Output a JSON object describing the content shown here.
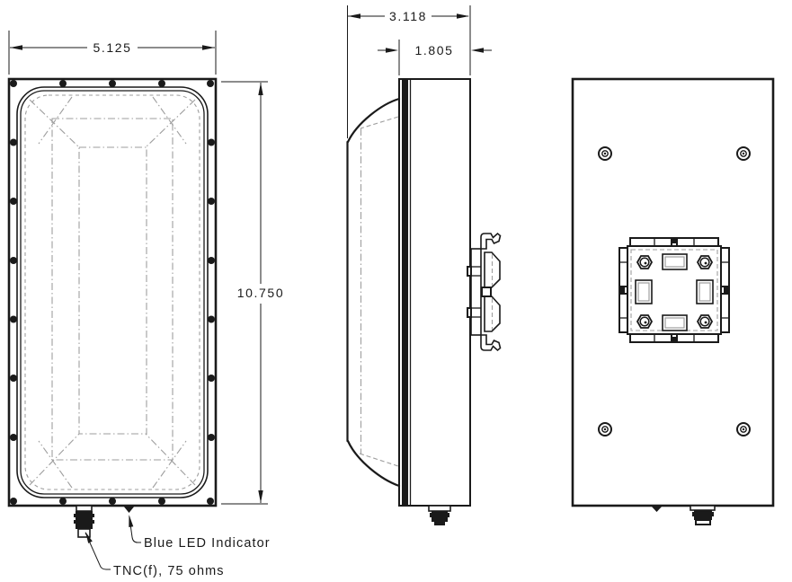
{
  "dimensions": {
    "front_width": "5.125",
    "front_height": "10.750",
    "side_overall_depth": "3.118",
    "side_body_depth": "1.805"
  },
  "callouts": {
    "led_label": "Blue LED Indicator",
    "connector_label": "TNC(f), 75 ohms"
  },
  "colors": {
    "line": "#1a1a1a",
    "hidden_line": "#9e9e9e",
    "background": "#ffffff"
  }
}
